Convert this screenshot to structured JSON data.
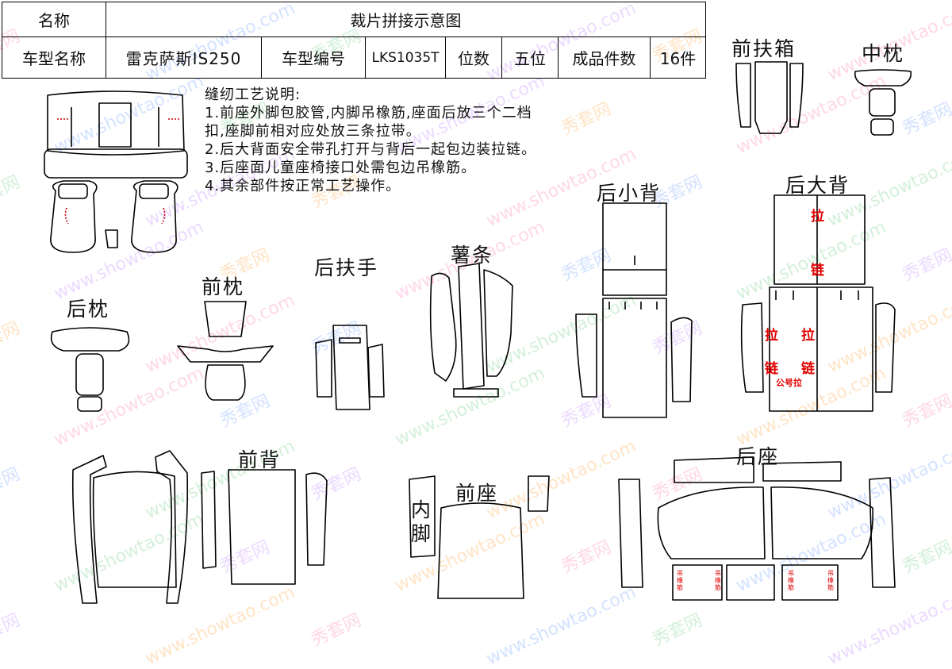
{
  "header": {
    "name_label": "名称",
    "diagram_title": "裁片拼接示意图",
    "model_name_label": "车型名称",
    "model_name": "雷克萨斯IS250",
    "model_code_label": "车型编号",
    "model_code": "LKS1035T",
    "seats_label": "位数",
    "seats": "五位",
    "pieces_label": "成品件数",
    "pieces": "16件"
  },
  "notes": {
    "title": "缝纫工艺说明:",
    "lines": [
      "1.前座外脚包胶管,内脚吊橡筋,座面后放三个二档",
      "扣,座脚前相对应处放三条拉带。",
      "2.后大背面安全带孔打开与背后一起包边装拉链。",
      "3.后座面儿童座椅接口处需包边吊橡筋。",
      "4.其余部件按正常工艺操作。"
    ]
  },
  "parts": {
    "front_armrest_box": "前扶箱",
    "middle_pillow": "中枕",
    "rear_small_back": "后小背",
    "rear_big_back": "后大背",
    "bar_strip": "薯条",
    "rear_armrest": "后扶手",
    "front_pillow": "前枕",
    "rear_pillow": "后枕",
    "front_back": "前背",
    "front_seat": "前座",
    "inner_leg": "内脚",
    "rear_seat": "后座"
  },
  "marks": {
    "zip_char_1": "拉",
    "zip_char_2": "链",
    "male_zip": "公号拉",
    "elastic": "吊橡筋"
  },
  "watermark": {
    "text_1": "秀套网",
    "text_2": "www.showtao.com"
  },
  "colors": {
    "outline": "#000000",
    "annotation": "#e10000"
  }
}
